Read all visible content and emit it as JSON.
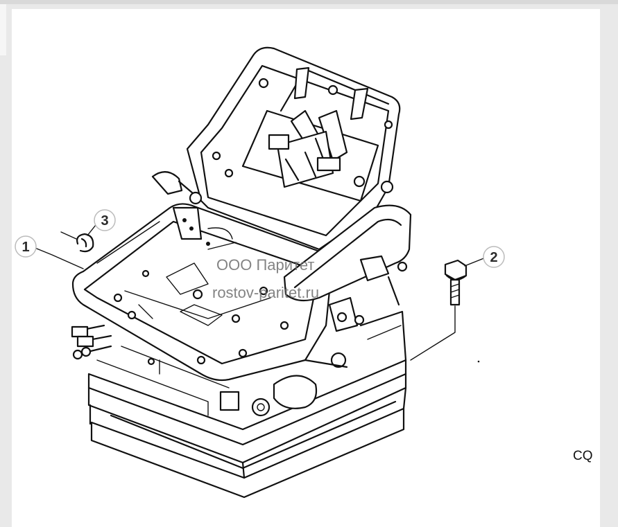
{
  "diagram": {
    "callouts": [
      {
        "label": "1"
      },
      {
        "label": "2"
      },
      {
        "label": "3"
      }
    ],
    "watermark": {
      "line1": "ООО Паритет",
      "line2": "rostov-paritet.ru"
    },
    "code_label": "CQ"
  }
}
